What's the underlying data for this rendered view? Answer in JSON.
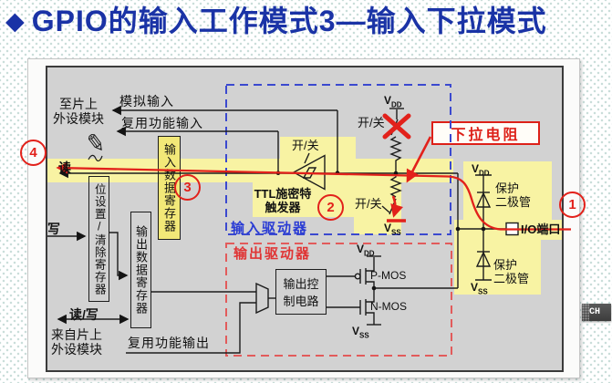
{
  "title": {
    "bullet": "◆",
    "text": "GPIO的输入工作模式3—输入下拉模式"
  },
  "diagram": {
    "left_labels": {
      "to_peripheral_1": "至片上",
      "to_peripheral_2": "外设模块",
      "analog_input": "模拟输入",
      "alt_func_input": "复用功能输入",
      "read": "读",
      "write": "写",
      "read_write": "读/写",
      "from_peripheral_1": "来自片上",
      "from_peripheral_2": "外设模块",
      "alt_func_output": "复用功能输出"
    },
    "registers": {
      "input_data": "输入数据寄存器",
      "bit_set_clear": "位设置/清除寄存器",
      "output_data": "输出数据寄存器",
      "output_control_1": "输出控",
      "output_control_2": "制电路"
    },
    "drivers": {
      "input": "输入驱动器",
      "output": "输出驱动器"
    },
    "trigger": {
      "line1": "TTL施密特",
      "line2": "触发器"
    },
    "switch_label": "开/关",
    "power": {
      "v": "V",
      "dd": "DD",
      "ss": "SS"
    },
    "transistors": {
      "pmos": "P-MOS",
      "nmos": "N-MOS"
    },
    "protection": {
      "line1": "保护",
      "line2": "二极管"
    },
    "io_port": "I/O端口",
    "callout": {
      "pulldown_resistor": "下拉电阻"
    },
    "badges": {
      "one": "1",
      "two": "2",
      "three": "3",
      "four": "4"
    },
    "icons": {
      "pencil": "✎"
    }
  },
  "taskbar": {
    "ime": "CH"
  },
  "colors": {
    "title_blue": "#1a33a6",
    "annotation_red": "#e2211b",
    "highlight_yellow": "#f8f3a3",
    "register_yellow": "#f2e878",
    "diagram_gray": "#d2d2d2",
    "input_driver_blue": "#2a3cd4",
    "output_driver_red": "#e03434",
    "blue_dashed": "#3b49cf",
    "red_dashed": "#e25b5b"
  }
}
